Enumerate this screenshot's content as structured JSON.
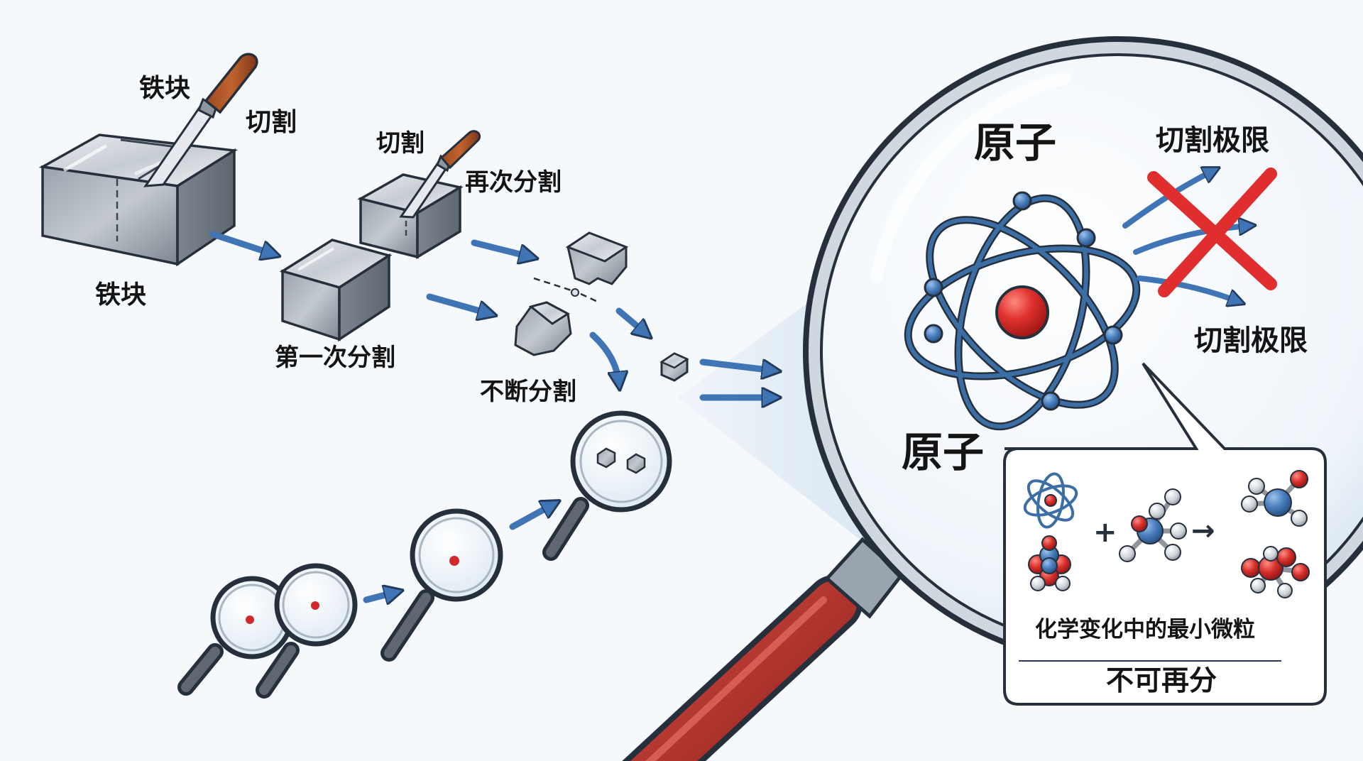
{
  "labels": {
    "iron_top": "铁块",
    "cut_top": "切割",
    "iron_bottom": "铁块",
    "cut_second": "切割",
    "cut_again": "再次分割",
    "first_split": "第一次分割",
    "continuous_split": "不断分割",
    "atom_top": "原子",
    "atom_bottom": "原子",
    "limit_top": "切割极限",
    "limit_right": "切割极限"
  },
  "callout": {
    "plus_sign": "+",
    "arrow_sign": "→",
    "smallest_particle": "化学变化中的最小微粒",
    "indivisible": "不可再分"
  },
  "colors": {
    "background": "#f6f9fc",
    "arrow_blue": "#3f74b5",
    "atom_blue": "#3c6ea6",
    "nucleus_red": "#d2282c",
    "cross_red": "#e02d2d",
    "handle_red": "#b8302c",
    "outline": "#26303c"
  },
  "icons": [
    "knife-icon",
    "iron-block-icon",
    "magnifier-icon",
    "atom-icon",
    "molecule-icon",
    "cross-icon",
    "arrow-icon"
  ]
}
